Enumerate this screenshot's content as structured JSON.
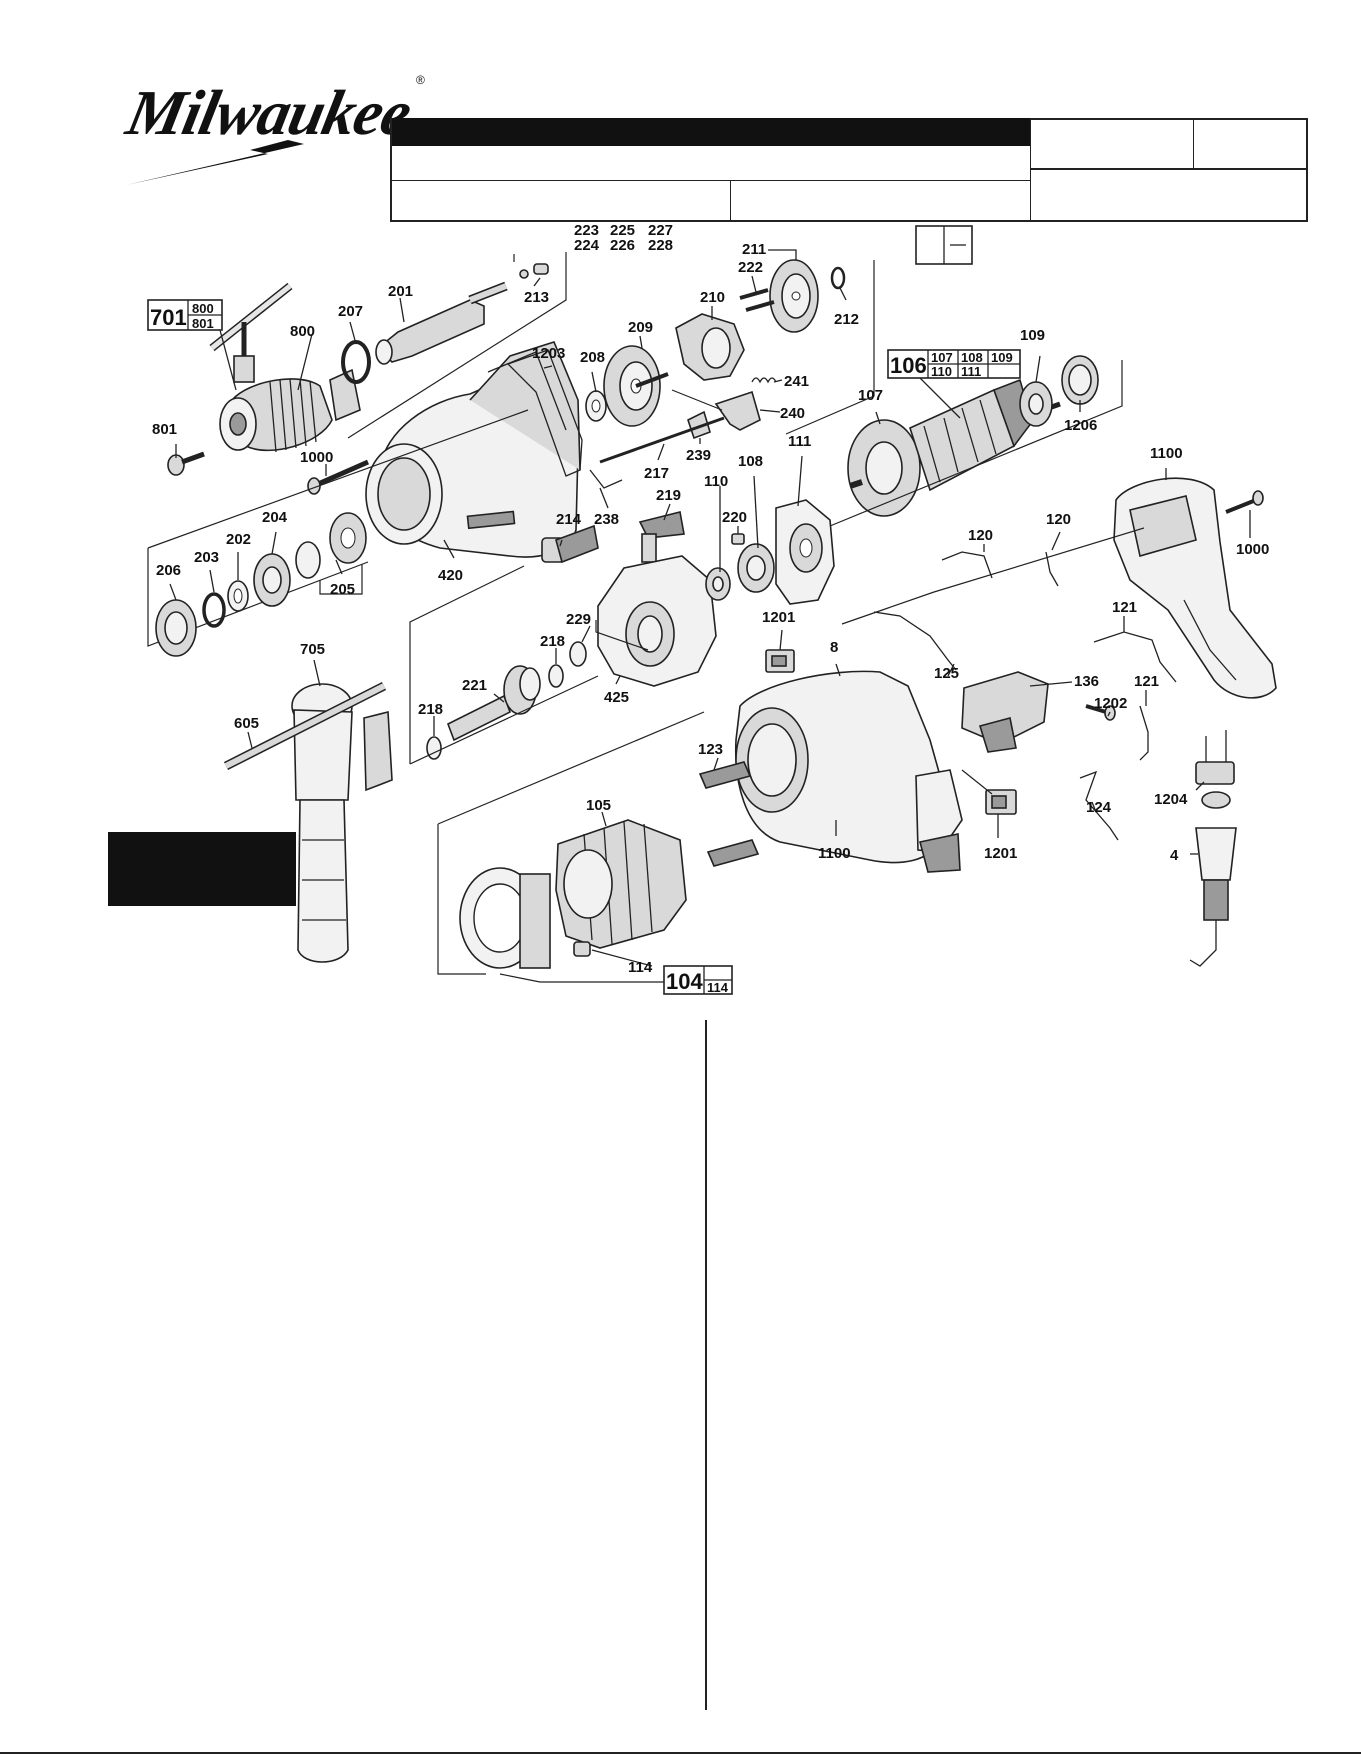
{
  "brand": {
    "logo_text": "Milwaukee",
    "registered_mark": "®"
  },
  "labels": {
    "l223": "223",
    "l225": "225",
    "l227": "227",
    "l224": "224",
    "l226": "226",
    "l228": "228",
    "l213": "213",
    "l201": "201",
    "l207": "207",
    "l800": "800",
    "l701": "701",
    "l701a": "800",
    "l701b": "801",
    "l801": "801",
    "l1000a": "1000",
    "l1203": "1203",
    "l208": "208",
    "l209": "209",
    "l210": "210",
    "l211": "211",
    "l222": "222",
    "l212": "212",
    "l241": "241",
    "l240": "240",
    "l239": "239",
    "l217": "217",
    "l238": "238",
    "l110": "110",
    "l108": "108",
    "l111": "111",
    "l107": "107",
    "l109": "109",
    "l1206": "1206",
    "l106": "106",
    "l106a": "107",
    "l106b": "108",
    "l106c": "109",
    "l106d": "110",
    "l106e": "111",
    "l1100a": "1100",
    "l1000b": "1000",
    "l206": "206",
    "l203": "203",
    "l202": "202",
    "l204": "204",
    "l205": "205",
    "l420": "420",
    "l214": "214",
    "l219": "219",
    "l220": "220",
    "l120a": "120",
    "l120b": "120",
    "l121a": "121",
    "l121b": "121",
    "l229": "229",
    "l218a": "218",
    "l218b": "218",
    "l221": "221",
    "l425": "425",
    "l1201a": "1201",
    "l1201b": "1201",
    "l8": "8",
    "l125": "125",
    "l136": "136",
    "l1202": "1202",
    "l1204": "1204",
    "l4": "4",
    "l705": "705",
    "l605": "605",
    "l123": "123",
    "l105": "105",
    "l1100b": "1100",
    "l124": "124",
    "l114": "114",
    "l104": "104",
    "l104a": "114"
  }
}
